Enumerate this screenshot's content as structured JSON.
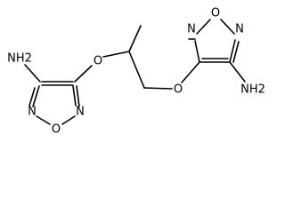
{
  "molecule": {
    "atoms": {
      "nh2_left": "NH2",
      "o_ether_left": "O",
      "n_left_bottom": "N",
      "n_left_right": "N",
      "o_ring_left": "O",
      "n_right_top": "N",
      "o_ring_right": "O",
      "n_right_bottom": "N",
      "o_ether_right": "O",
      "nh2_right": "NH2"
    }
  },
  "colors": {
    "bond": "#000000",
    "text": "#000000",
    "background": "#ffffff"
  }
}
